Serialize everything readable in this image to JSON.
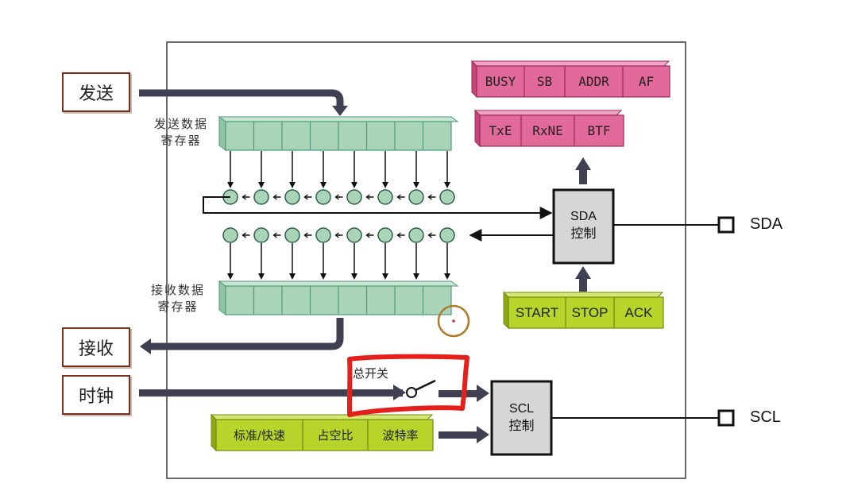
{
  "io": {
    "send": "发送",
    "receive": "接收",
    "clock": "时钟"
  },
  "registers": {
    "tx_label_line1": "发送数据",
    "tx_label_line2": "寄存器",
    "rx_label_line1": "接收数据",
    "rx_label_line2": "寄存器"
  },
  "flags_top": [
    "BUSY",
    "SB",
    "ADDR",
    "AF"
  ],
  "flags_mid": [
    "TxE",
    "RxNE",
    "BTF"
  ],
  "sda_control": {
    "line1": "SDA",
    "line2": "控制"
  },
  "scl_control": {
    "line1": "SCL",
    "line2": "控制"
  },
  "sda_control_row": [
    "START",
    "STOP",
    "ACK"
  ],
  "scl_config_row": [
    "标准/快速",
    "占空比",
    "波特率"
  ],
  "switch_label": "总开关",
  "pins": {
    "sda": "SDA",
    "scl": "SCL"
  },
  "colors": {
    "frame": "#6b6b6b",
    "register_fill": "#a9d4b8",
    "register_border": "#4f9a7a",
    "flag_fill": "#e26a9b",
    "flag_border": "#9a2a55",
    "control_fill": "#b6d42a",
    "control_border": "#6f8a12",
    "control_block_fill": "#d6d6d6",
    "arrow": "#3f4052",
    "annotation_red": "#e3201b",
    "cursor_circle": "#b07a2a"
  }
}
